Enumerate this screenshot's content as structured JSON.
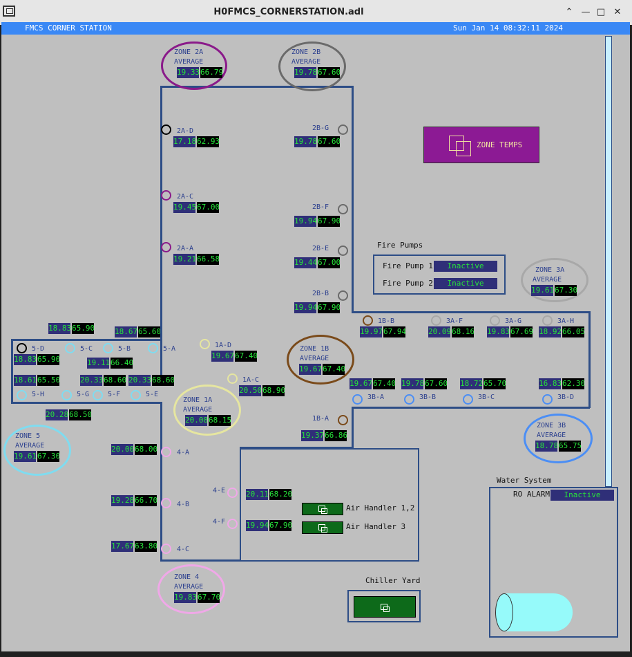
{
  "window": {
    "title": "H0FMCS_CORNERSTATION.adl"
  },
  "header": {
    "left": "FMCS CORNER STATION",
    "datetime": "Sun Jan 14 08:32:11 2024"
  },
  "colors": {
    "wall": "#2d4d86",
    "zone2a": "#8a1a8a",
    "zone2b": "#6a6a6a",
    "zone1b": "#7a4a1a",
    "zone1a": "#e6e6a0",
    "zone5": "#7fdcf0",
    "zone3a": "#a8a8a8",
    "zone3b": "#4b8ef5",
    "zone4": "#f0a8e8",
    "sensor_black": "#000000"
  },
  "zones": [
    {
      "id": "2a",
      "l1": "ZONE 2A",
      "l2": "AVERAGE",
      "v1": "19.33",
      "v2": "66.79"
    },
    {
      "id": "2b",
      "l1": "ZONE 2B",
      "l2": "AVERAGE",
      "v1": "19.78",
      "v2": "67.60"
    },
    {
      "id": "1b",
      "l1": "ZONE 1B",
      "l2": "AVERAGE",
      "v1": "19.67",
      "v2": "67.40"
    },
    {
      "id": "1a",
      "l1": "ZONE 1A",
      "l2": "AVERAGE",
      "v1": "20.08",
      "v2": "68.15"
    },
    {
      "id": "5",
      "l1": "ZONE 5",
      "l2": "AVERAGE",
      "v1": "19.61",
      "v2": "67.30"
    },
    {
      "id": "3a",
      "l1": "ZONE 3A",
      "l2": "AVERAGE",
      "v1": "19.61",
      "v2": "67.30"
    },
    {
      "id": "3b",
      "l1": "ZONE 3B",
      "l2": "AVERAGE",
      "v1": "18.78",
      "v2": "65.75"
    },
    {
      "id": "4",
      "l1": "ZONE 4",
      "l2": "AVERAGE",
      "v1": "19.83",
      "v2": "67.70"
    }
  ],
  "sensors": [
    {
      "id": "2a-d",
      "label": "2A-D",
      "v1": "17.18",
      "v2": "62.93"
    },
    {
      "id": "2a-c",
      "label": "2A-C",
      "v1": "19.45",
      "v2": "67.00"
    },
    {
      "id": "2a-a",
      "label": "2A-A",
      "v1": "19.21",
      "v2": "66.58"
    },
    {
      "id": "2b-g",
      "label": "2B-G",
      "v1": "19.78",
      "v2": "67.60"
    },
    {
      "id": "2b-f",
      "label": "2B-F",
      "v1": "19.94",
      "v2": "67.90"
    },
    {
      "id": "2b-e",
      "label": "2B-E",
      "v1": "19.44",
      "v2": "67.00"
    },
    {
      "id": "2b-b",
      "label": "2B-B",
      "v1": "19.94",
      "v2": "67.90"
    },
    {
      "id": "1b-b",
      "label": "1B-B",
      "v1": "19.97",
      "v2": "67.94"
    },
    {
      "id": "3a-f",
      "label": "3A-F",
      "v1": "20.09",
      "v2": "68.16"
    },
    {
      "id": "3a-g",
      "label": "3A-G",
      "v1": "19.83",
      "v2": "67.69"
    },
    {
      "id": "3a-h",
      "label": "3A-H",
      "v1": "18.92",
      "v2": "66.05"
    },
    {
      "id": "3b-a",
      "label": "3B-A",
      "v1": "19.67",
      "v2": "67.40"
    },
    {
      "id": "3b-b",
      "label": "3B-B",
      "v1": "19.78",
      "v2": "67.60"
    },
    {
      "id": "3b-c",
      "label": "3B-C",
      "v1": "18.72",
      "v2": "65.70"
    },
    {
      "id": "3b-d",
      "label": "3B-D",
      "v1": "16.83",
      "v2": "62.30"
    },
    {
      "id": "1b-a",
      "label": "1B-A",
      "v1": "19.37",
      "v2": "66.86"
    },
    {
      "id": "1a-d",
      "label": "1A-D",
      "v1": "19.67",
      "v2": "67.40"
    },
    {
      "id": "1a-c",
      "label": "1A-C",
      "v1": "20.50",
      "v2": "68.90"
    },
    {
      "id": "5-d",
      "label": "5-D",
      "v1": "18.83",
      "v2": "65.90"
    },
    {
      "id": "5-c",
      "label": "5-C",
      "v1": "18.83",
      "v2": "65.90"
    },
    {
      "id": "5-b",
      "label": "5-B",
      "v1": "18.67",
      "v2": "65.60"
    },
    {
      "id": "5-a",
      "label": "5-A",
      "v1": "19.11",
      "v2": "66.40"
    },
    {
      "id": "5-h",
      "label": "5-H",
      "v1": "18.61",
      "v2": "65.50"
    },
    {
      "id": "5-g",
      "label": "5-G",
      "v1": "20.33",
      "v2": "68.60"
    },
    {
      "id": "5-f",
      "label": "5-F",
      "v1": "20.33",
      "v2": "68.60"
    },
    {
      "id": "5-e",
      "label": "5-E",
      "v1": "20.28",
      "v2": "68.50"
    },
    {
      "id": "4-a",
      "label": "4-A",
      "v1": "20.00",
      "v2": "68.00"
    },
    {
      "id": "4-b",
      "label": "4-B",
      "v1": "19.28",
      "v2": "66.70"
    },
    {
      "id": "4-c",
      "label": "4-C",
      "v1": "17.67",
      "v2": "63.80"
    },
    {
      "id": "4-e",
      "label": "4-E",
      "v1": "20.11",
      "v2": "68.20"
    },
    {
      "id": "4-f",
      "label": "4-F",
      "v1": "19.94",
      "v2": "67.90"
    }
  ],
  "zone_temps": {
    "label": "ZONE TEMPS"
  },
  "fire_pumps": {
    "title": "Fire Pumps",
    "pump1": {
      "label": "Fire Pump 1",
      "status": "Inactive"
    },
    "pump2": {
      "label": "Fire Pump 2",
      "status": "Inactive"
    }
  },
  "air_handlers": {
    "ah12": "Air Handler 1,2",
    "ah3": "Air Handler 3"
  },
  "chiller": {
    "title": "Chiller Yard"
  },
  "water": {
    "title": "Water System",
    "alarm_label": "RO ALARM",
    "alarm_status": "Inactive"
  }
}
